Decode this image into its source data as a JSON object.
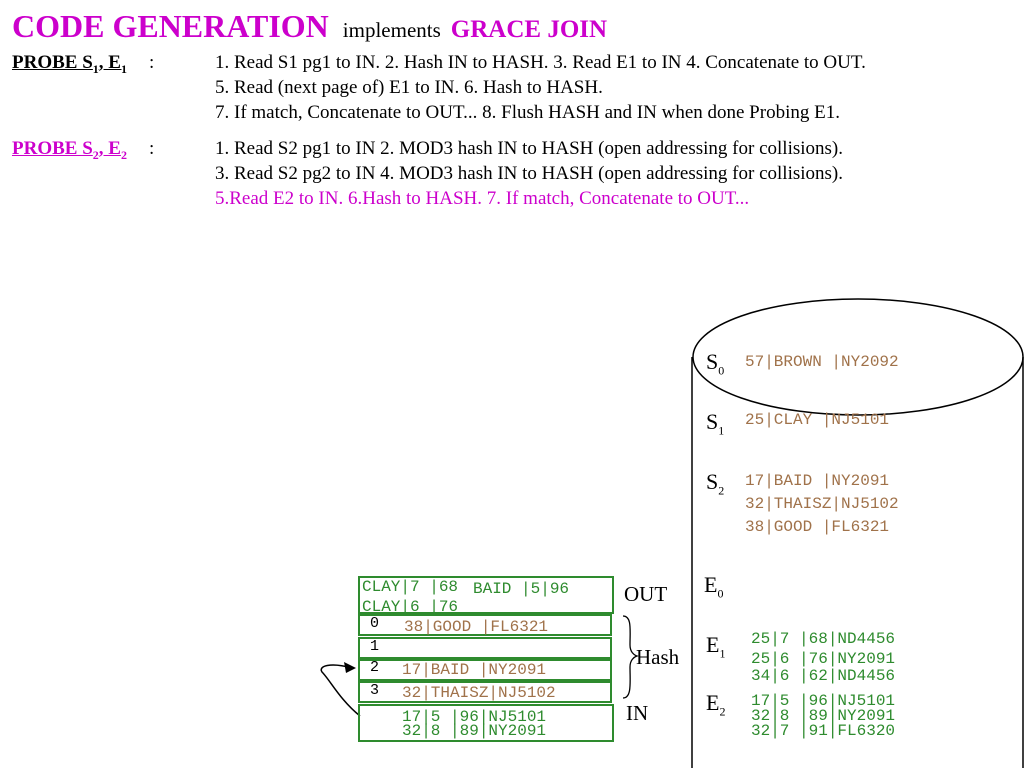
{
  "title": {
    "main": "CODE GENERATION",
    "middle": "implements",
    "emph": "GRACE JOIN"
  },
  "probe1": {
    "label_prefix": "PROBE S",
    "label_s_sub": "1",
    "label_mid": ", E",
    "label_e_sub": "1",
    "label_colon": ":",
    "line1": "1. Read S1 pg1 to IN.  2. Hash IN to HASH.  3. Read E1 to IN   4. Concatenate to OUT.",
    "line2": "5. Read (next page of) E1 to IN.  6. Hash to HASH.",
    "line3": "7. If match, Concatenate to OUT...    8. Flush HASH and IN when done Probing E1."
  },
  "probe2": {
    "label_prefix": "PROBE S",
    "label_s_sub": "2",
    "label_mid": ", E",
    "label_e_sub": "2",
    "label_colon": ":",
    "line1": "1. Read S2 pg1 to IN   2. MOD3 hash IN to HASH (open addressing for collisions).",
    "line2": "3. Read S2 pg2 to IN  4. MOD3 hash IN to HASH (open addressing for collisions).",
    "line3": "5.Read E2 to IN.  6.Hash to HASH.  7. If match, Concatenate to OUT..."
  },
  "disk": {
    "segments": [
      {
        "name": "S",
        "sub": "0",
        "records": [
          "57|BROWN |NY2092"
        ]
      },
      {
        "name": "S",
        "sub": "1",
        "records": [
          "25|CLAY  |NJ5101"
        ]
      },
      {
        "name": "S",
        "sub": "2",
        "records": [
          "17|BAID  |NY2091",
          "32|THAISZ|NJ5102",
          "38|GOOD  |FL6321"
        ]
      },
      {
        "name": "E",
        "sub": "0",
        "records": []
      },
      {
        "name": "E",
        "sub": "1",
        "records": [
          "25|7 |68|ND4456",
          "25|6 |76|NY2091",
          "34|6 |62|ND4456"
        ]
      },
      {
        "name": "E",
        "sub": "2",
        "records": [
          "17|5 |96|NJ5101",
          "32|8 |89|NY2091",
          "32|7 |91|FL6320"
        ]
      }
    ]
  },
  "buffers": {
    "out_label": "OUT",
    "hash_label": "Hash",
    "in_label": "IN",
    "out_lines": [
      "CLAY|7 |68",
      "BAID  |5|96",
      "CLAY|6 |76"
    ],
    "hash_rows": [
      {
        "index": "0",
        "value": "38|GOOD  |FL6321"
      },
      {
        "index": "1",
        "value": ""
      },
      {
        "index": "2",
        "value": "17|BAID  |NY2091"
      },
      {
        "index": "3",
        "value": "32|THAISZ|NJ5102"
      }
    ],
    "in_lines": [
      "17|5 |96|NJ5101",
      "32|8 |89|NY2091"
    ]
  },
  "colors": {
    "magenta": "#cc00cc",
    "brown": "#a0724a",
    "green": "#2e8b2e"
  }
}
